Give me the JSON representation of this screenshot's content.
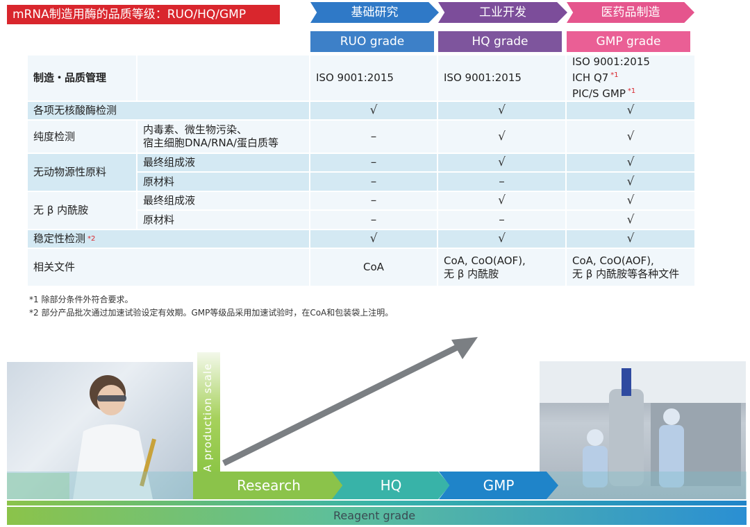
{
  "title": "mRNA制造用酶的品质等级：RUO/HQ/GMP",
  "stages": [
    "基础研究",
    "工业开发",
    "医药品制造"
  ],
  "grades": [
    "RUO  grade",
    "HQ  grade",
    "GMP  grade"
  ],
  "rows": {
    "quality": {
      "label": "制造・品质管理",
      "ruo": "ISO  9001:2015",
      "hq": "ISO  9001:2015",
      "gmp_line1": "ISO  9001:2015",
      "gmp_line2": "ICH  Q7",
      "gmp_line2_note": "*1",
      "gmp_line3": "PIC/S  GMP",
      "gmp_line3_note": "*1"
    },
    "nuclease": {
      "label": "各项无核酸酶检测",
      "ruo": "√",
      "hq": "√",
      "gmp": "√"
    },
    "purity": {
      "label": "纯度检测",
      "sub_line1": "内毒素、微生物污染、",
      "sub_line2": "宿主细胞DNA/RNA/蛋白质等",
      "ruo": "–",
      "hq": "√",
      "gmp": "√"
    },
    "animal_free": {
      "label": "无动物源性原料",
      "sub1": "最终组成液",
      "sub1_ruo": "–",
      "sub1_hq": "√",
      "sub1_gmp": "√",
      "sub2": "原材料",
      "sub2_ruo": "–",
      "sub2_hq": "–",
      "sub2_gmp": "√"
    },
    "beta_lactam": {
      "label": "无 β 内酰胺",
      "sub1": "最终组成液",
      "sub1_ruo": "–",
      "sub1_hq": "√",
      "sub1_gmp": "√",
      "sub2": "原材料",
      "sub2_ruo": "–",
      "sub2_hq": "–",
      "sub2_gmp": "√"
    },
    "stability": {
      "label": "稳定性检测",
      "note": "*2",
      "ruo": "√",
      "hq": "√",
      "gmp": "√"
    },
    "documents": {
      "label": "相关文件",
      "ruo": "CoA",
      "hq_line1": "CoA, CoO(AOF),",
      "hq_line2": "无 β 内酰胺",
      "gmp_line1": "CoA, CoO(AOF),",
      "gmp_line2": "无 β 内酰胺等各种文件"
    }
  },
  "notes": [
    "*1  除部分条件外符合要求。",
    "*2  部分产品批次通过加速试验设定有效期。GMP等级品采用加速试验时，在CoA和包装袋上注明。"
  ],
  "diagram": {
    "y_axis_label": "RNA  production  scale",
    "stage_labels": [
      "Research",
      "HQ",
      "GMP"
    ],
    "base_label": "Reagent  grade"
  },
  "colors": {
    "title_red": "#d9262d",
    "ruo_blue": "#3d80c8",
    "hq_purple": "#7e559d",
    "gmp_pink": "#ea5f95",
    "row_light": "#f1f7fb",
    "row_dark": "#d4e9f3",
    "research_green": "#8bc34a",
    "hq_teal": "#38b3a8",
    "gmp_blue": "#1f84c9"
  }
}
